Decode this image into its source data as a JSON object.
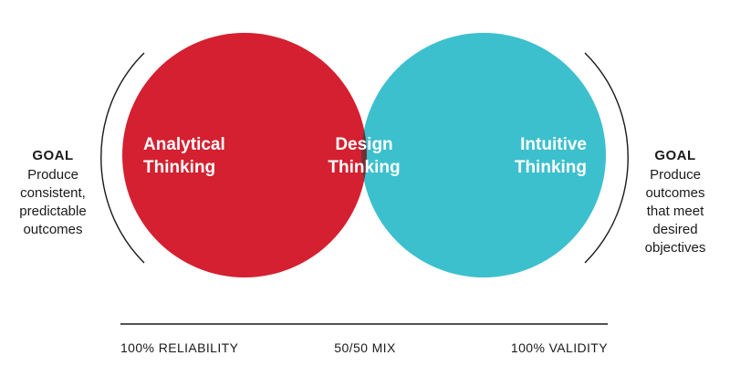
{
  "colors": {
    "analytical": "#d42030",
    "intuitive": "#3cc0cd",
    "overlap": "#732e36",
    "ink": "#1a1a1a"
  },
  "venn": {
    "left": {
      "lines": [
        "Analytical",
        "Thinking"
      ]
    },
    "center": {
      "lines": [
        "Design",
        "Thinking"
      ]
    },
    "right": {
      "lines": [
        "Intuitive",
        "Thinking"
      ]
    }
  },
  "goals": {
    "left": {
      "heading": "GOAL",
      "lines": [
        "Produce",
        "consistent,",
        "predictable",
        "outcomes"
      ]
    },
    "right": {
      "heading": "GOAL",
      "lines": [
        "Produce",
        "outcomes",
        "that meet",
        "desired",
        "objectives"
      ]
    }
  },
  "scale": {
    "left": "100% RELIABILITY",
    "center": "50/50 MIX",
    "right": "100% VALIDITY"
  }
}
